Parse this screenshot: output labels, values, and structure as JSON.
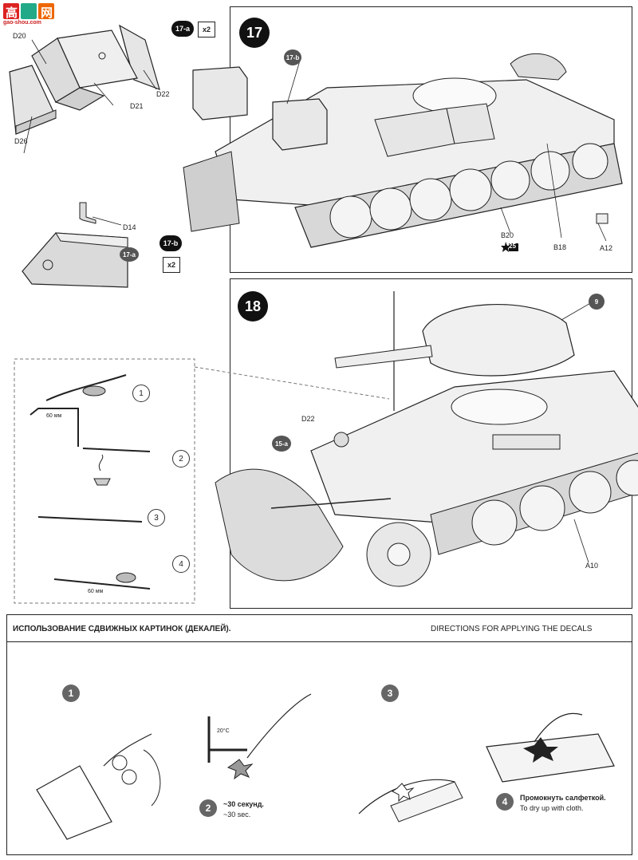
{
  "logo": {
    "cn_text": "高",
    "cn_text2": "网",
    "sub": "gao-shou.com"
  },
  "step17": {
    "number": "17",
    "subA": {
      "badge": "17-a",
      "mult": "x2"
    },
    "subB": {
      "badge": "17-b",
      "mult": "x2"
    },
    "parts": {
      "d20": "D20",
      "d21": "D21",
      "d22": "D22",
      "d26": "D26",
      "d14": "D14",
      "b20": "B20",
      "b18": "B18",
      "a12": "A12",
      "star": "25"
    },
    "callouts": {
      "c17a": "17-a",
      "c17b": "17-b"
    }
  },
  "step18": {
    "number": "18",
    "parts": {
      "d22": "D22",
      "a10": "A10"
    },
    "callouts": {
      "c15a": "15-a",
      "c9": "9"
    },
    "inset": {
      "steps": [
        "1",
        "2",
        "3",
        "4"
      ],
      "dim1": "60 мм",
      "dim2": "60 мм"
    }
  },
  "decals": {
    "title_ru": "ИСПОЛЬЗОВАНИЕ СДВИЖНЫХ КАРТИНОК (ДЕКАЛЕЙ).",
    "title_en": "DIRECTIONS  FOR APPLYING THE DECALS",
    "steps": [
      "1",
      "2",
      "3",
      "4"
    ],
    "temp": "20°C",
    "step2_ru": "~30 секунд.",
    "step2_en": "~30 sec.",
    "step4_ru": "Промокнуть салфеткой.",
    "step4_en": "To dry up with cloth."
  }
}
